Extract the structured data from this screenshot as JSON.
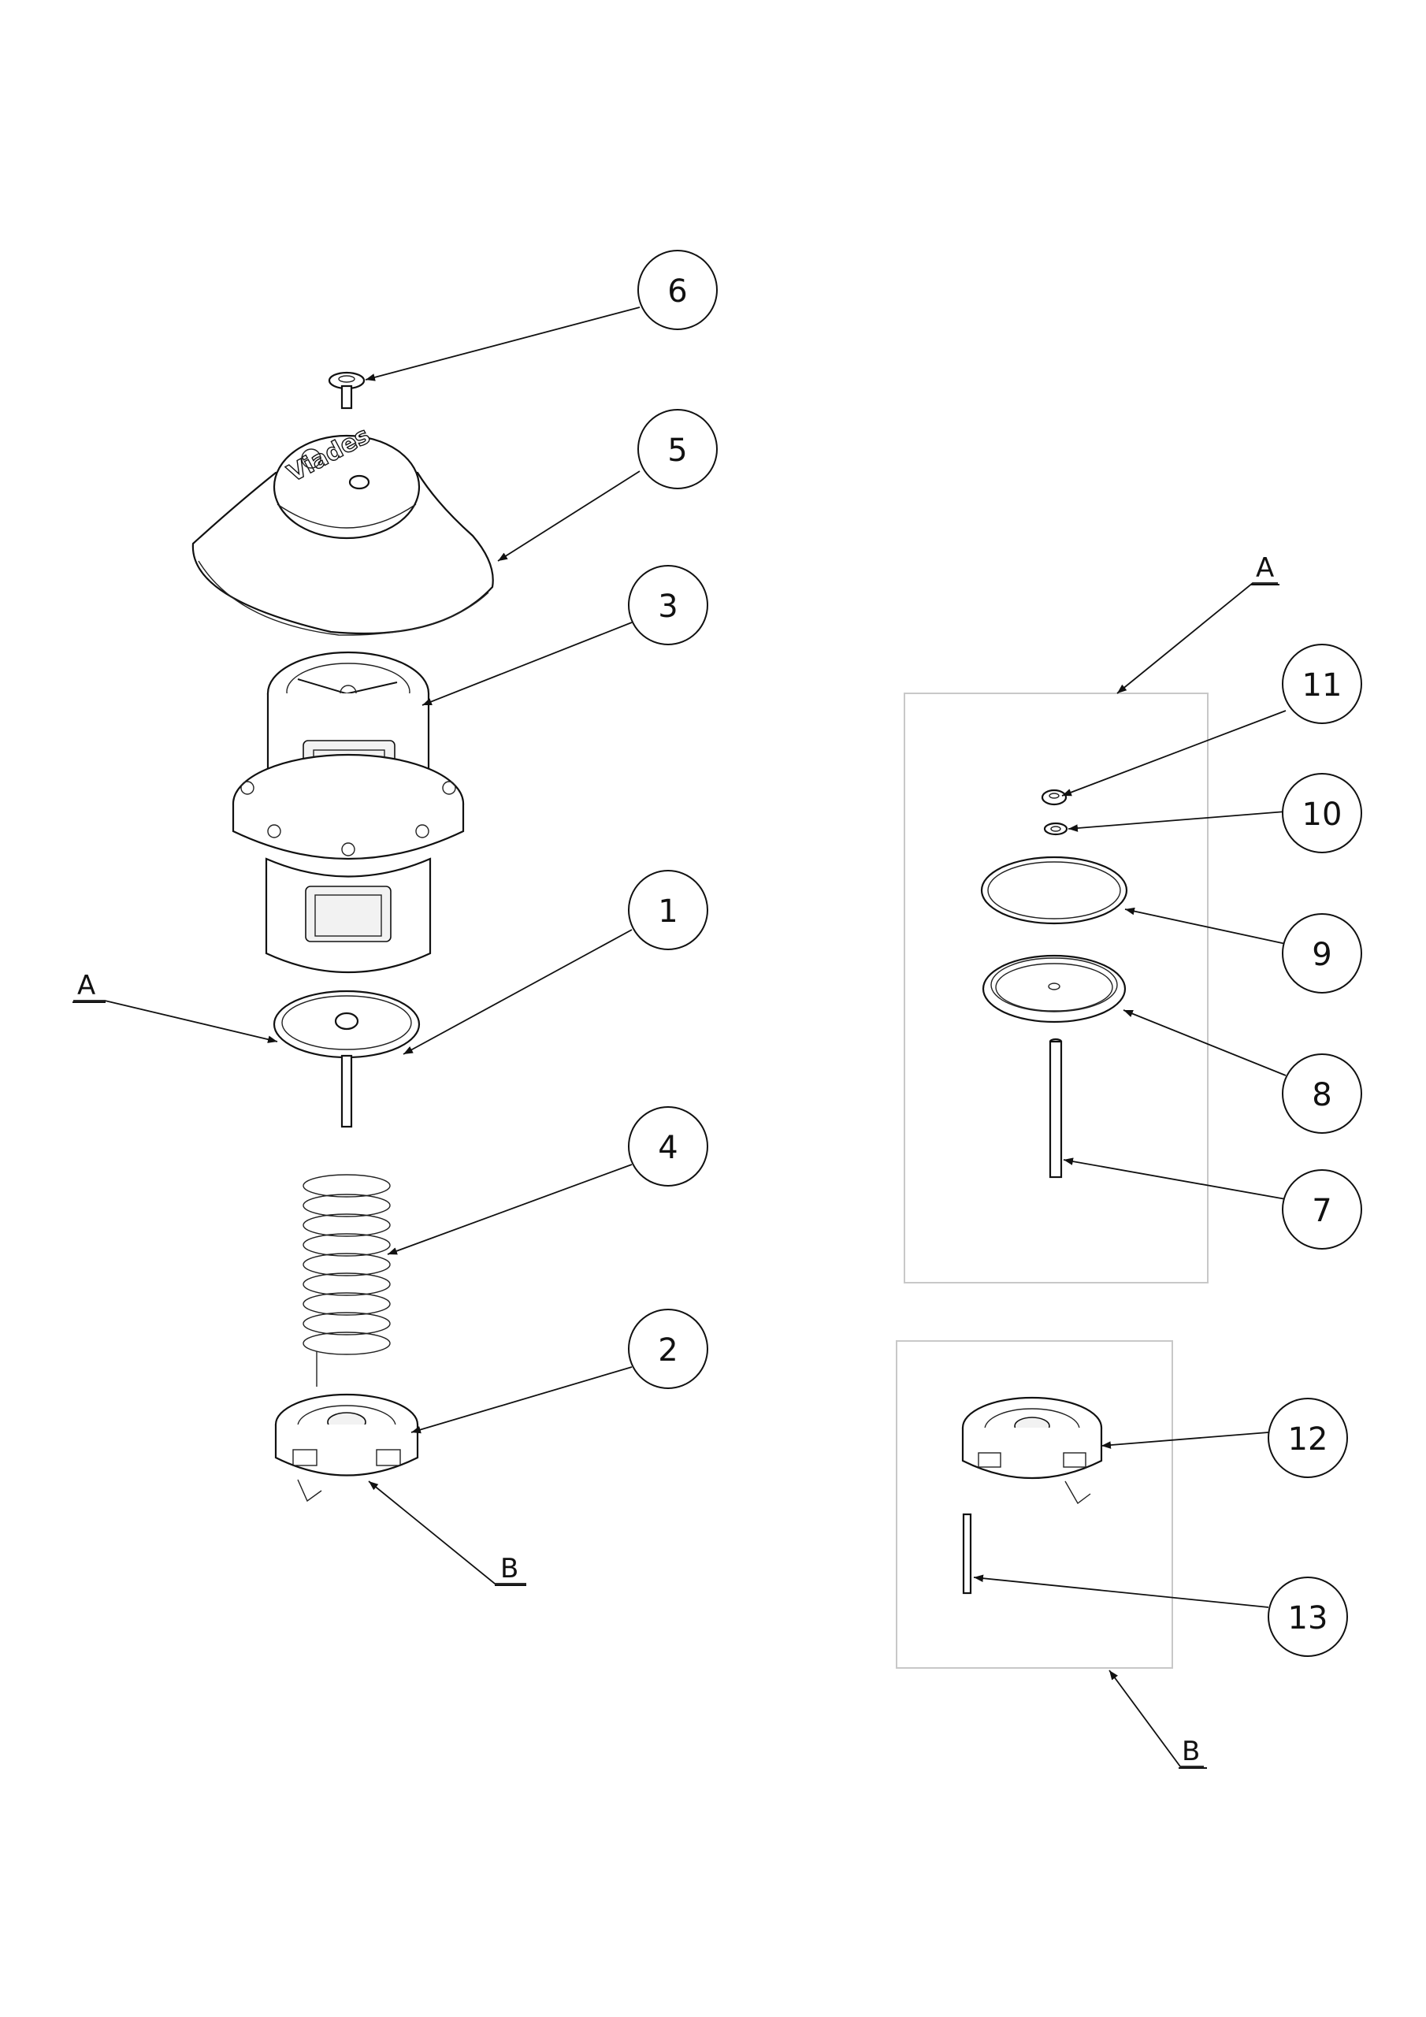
{
  "logo": {
    "brand": "Viades"
  },
  "callouts": {
    "c1": "1",
    "c2": "2",
    "c3": "3",
    "c4": "4",
    "c5": "5",
    "c6": "6",
    "c7": "7",
    "c8": "8",
    "c9": "9",
    "c10": "10",
    "c11": "11",
    "c12": "12",
    "c13": "13"
  },
  "references": {
    "a_main": "A",
    "a_detail": "A",
    "b_main": "B",
    "b_detail": "B"
  }
}
